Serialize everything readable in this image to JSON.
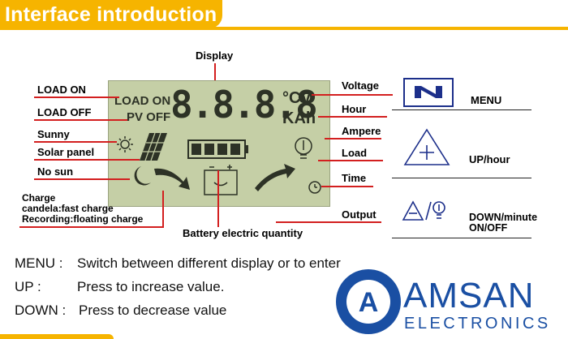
{
  "header": {
    "title": "Interface introduction"
  },
  "display": {
    "title": "Display",
    "lcd_load_on": "LOAD ON",
    "lcd_pv_off": "PV OFF",
    "lcd_digits": "8.8.8.8",
    "lcd_cv": "°CV",
    "lcd_kah": "KAh",
    "left_labels": {
      "load_on": "LOAD ON",
      "load_off": "LOAD OFF",
      "sunny": "Sunny",
      "solar_panel": "Solar panel",
      "no_sun": "No sun",
      "charge_lines": [
        "Charge",
        "candela:fast charge",
        "Recording:floating charge"
      ]
    },
    "right_labels": {
      "voltage": "Voltage",
      "hour": "Hour",
      "ampere": "Ampere",
      "load": "Load",
      "time": "Time",
      "output": "Output"
    },
    "battery_label": "Battery electric quantity"
  },
  "keys": {
    "menu": "MENU",
    "up": "UP/hour",
    "down_lines": [
      "DOWN/minute",
      "ON/OFF"
    ]
  },
  "legend": {
    "menu_key": "MENU :",
    "menu_desc": "Switch between different display or to enter",
    "up_key": "UP :",
    "up_desc": "Press to increase value.",
    "down_key": "DOWN :",
    "down_desc": "Press to decrease value"
  },
  "brand": {
    "name": "AMSAN",
    "sub": "ELECTRONICS",
    "logo_letter": "A"
  },
  "colors": {
    "accent": "#f6b400",
    "line": "#d31f1f",
    "lcd": "#c5cfa6",
    "brand": "#1a4fa3",
    "key_blue": "#1c2f8a"
  }
}
